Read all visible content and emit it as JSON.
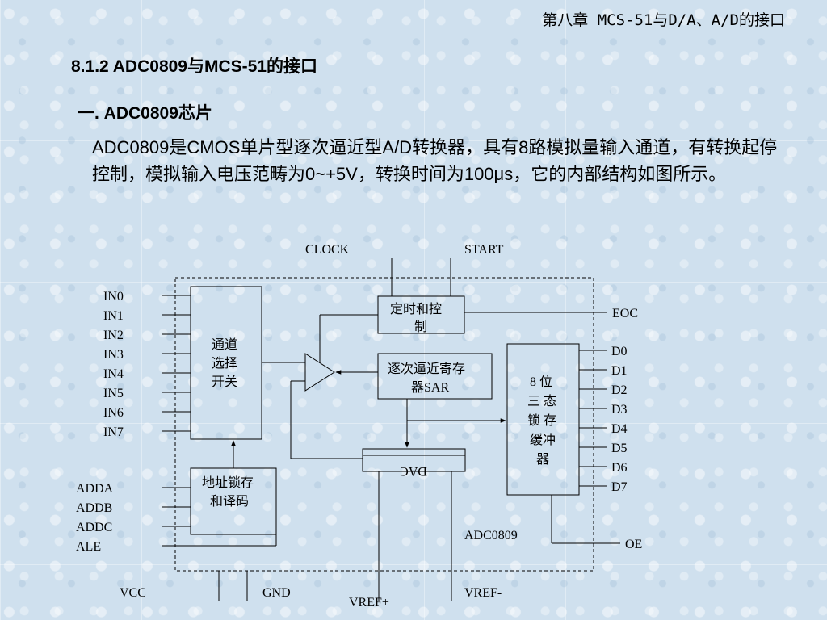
{
  "header": {
    "chapter": "第八章   MCS-51与D/A、A/D的接口"
  },
  "section": {
    "title": "8.1.2  ADC0809与MCS-51的接口"
  },
  "subsection": {
    "title": "一. ADC0809芯片"
  },
  "body": {
    "paragraph": "ADC0809是CMOS单片型逐次逼近型A/D转换器，具有8路模拟量输入通道，有转换起停控制，模拟输入电压范畴为0~+5V，转换时间为100μs，它的内部结构如图所示。"
  },
  "diagram": {
    "top_labels": {
      "clock": "CLOCK",
      "start": "START"
    },
    "analog_inputs": [
      "IN0",
      "IN1",
      "IN2",
      "IN3",
      "IN4",
      "IN5",
      "IN6",
      "IN7"
    ],
    "address_inputs": [
      "ADDA",
      "ADDB",
      "ADDC",
      "ALE"
    ],
    "outputs": [
      "D0",
      "D1",
      "D2",
      "D3",
      "D4",
      "D5",
      "D6",
      "D7"
    ],
    "eoc": "EOC",
    "oe": "OE",
    "chip_name": "ADC0809",
    "blocks": {
      "channel_switch": [
        "通道",
        "选择",
        "开关"
      ],
      "timing_control": [
        "定时和控",
        "制"
      ],
      "sar": [
        "逐次逼近寄存",
        "器SAR"
      ],
      "tristate_latch": [
        "8 位",
        "三 态",
        "锁 存",
        "缓冲",
        "器"
      ],
      "dac": "DAC",
      "address_latch": [
        "地址锁存",
        "和译码"
      ]
    },
    "power": {
      "vcc": "VCC",
      "gnd": "GND",
      "vref_plus": "VREF+",
      "vref_minus": "VREF-"
    }
  }
}
